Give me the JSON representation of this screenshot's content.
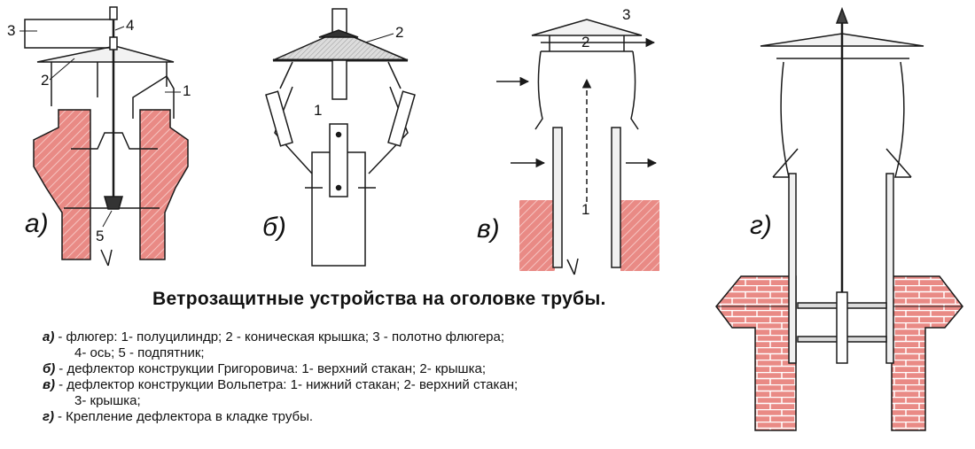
{
  "figure": {
    "heading": "Ветрозащитные  устройства на оголовке трубы.",
    "panels": [
      {
        "letter": "а)",
        "numbers": [
          "1",
          "2",
          "3",
          "4",
          "5"
        ]
      },
      {
        "letter": "б)",
        "numbers": [
          "1",
          "2"
        ]
      },
      {
        "letter": "в)",
        "numbers": [
          "1",
          "2",
          "3"
        ]
      },
      {
        "letter": "г)",
        "numbers": []
      }
    ],
    "legend": [
      {
        "key": "а)",
        "line1": "- флюгер: 1-  полуцилиндр;  2 -  коническая крышка;   3 - полотно флюгера;",
        "line2": "4-  ось;  5 -  подпятник;"
      },
      {
        "key": "б)",
        "line1": "- дефлектор  конструкции  Григоровича: 1-  верхний стакан;   2- крышка;",
        "line2": ""
      },
      {
        "key": "в)",
        "line1": "- дефлектор конструкции Вольпетра: 1- нижний стакан; 2- верхний стакан;",
        "line2": "3- крышка;"
      },
      {
        "key": "г)",
        "line1": "- Крепление  дефлектора  в  кладке  трубы.",
        "line2": ""
      }
    ]
  },
  "colors": {
    "brick": "#e98a85",
    "brick_light": "#f3b3b0",
    "line": "#1a1a1a",
    "metal": "#cfcfcf"
  }
}
